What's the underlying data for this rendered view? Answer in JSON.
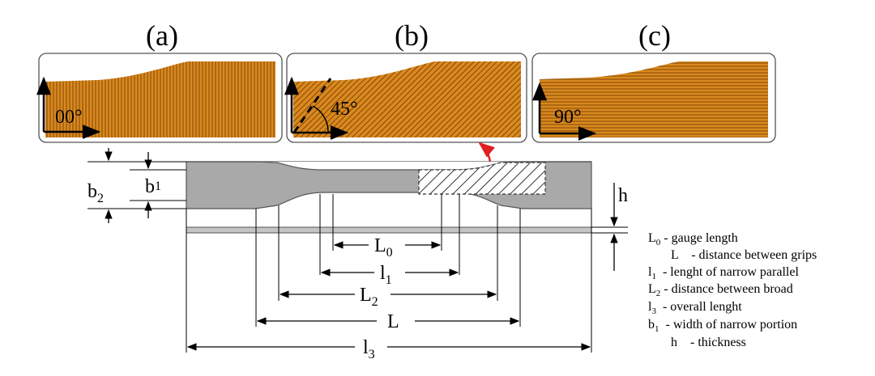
{
  "panels": [
    {
      "label": "(a)",
      "angle": "00°"
    },
    {
      "label": "(b)",
      "angle": "45°"
    },
    {
      "label": "(c)",
      "angle": "90°"
    }
  ],
  "dimensions": {
    "b2_main": "b",
    "b2_sub": "2",
    "b1_main": "b",
    "b1_sub": "1",
    "h": "h",
    "L0_main": "L",
    "L0_sub": "0",
    "l1_main": "l",
    "l1_sub": "1",
    "L2_main": "L",
    "L2_sub": "2",
    "L": "L",
    "l3_main": "l",
    "l3_sub": "3"
  },
  "legend": [
    {
      "sym": "L",
      "sub": "0",
      "text": " - gauge length"
    },
    {
      "sym": "L",
      "sub": "",
      "text": "    - distance between grips"
    },
    {
      "sym": "l",
      "sub": "1",
      "text": "  - lenght of narrow parallel"
    },
    {
      "sym": "L",
      "sub": "2",
      "text": " - distance between broad"
    },
    {
      "sym": "l",
      "sub": "3",
      "text": "  - overall lenght"
    },
    {
      "sym": "b",
      "sub": "1",
      "text": "  - width of narrow portion"
    },
    {
      "sym": "h",
      "sub": "",
      "text": "    - thickness"
    }
  ],
  "colors": {
    "fiber": "#d9891e",
    "fiber_line": "#7a3e05",
    "specimen": "#a9a9a9",
    "arrow_red": "#e02020"
  }
}
